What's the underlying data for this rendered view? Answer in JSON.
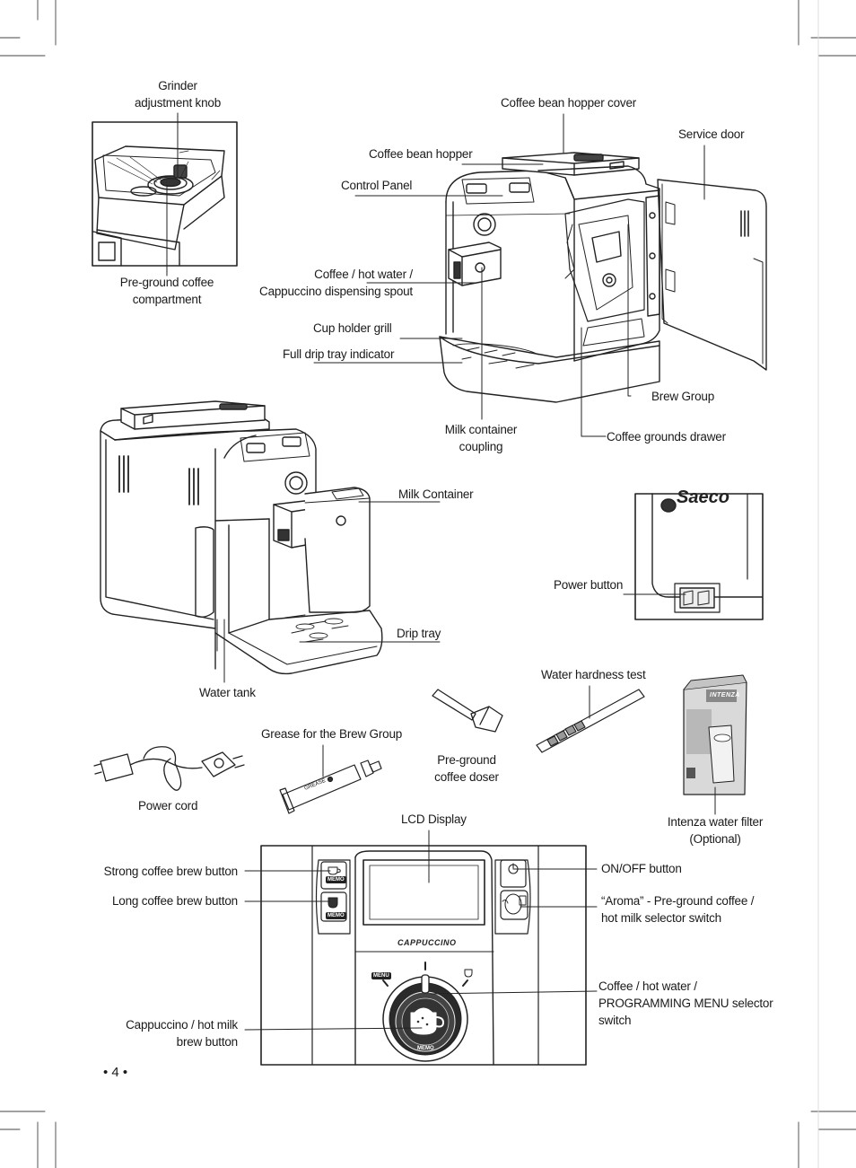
{
  "page_number": "• 4 •",
  "labels": {
    "grinder_knob": "Grinder\nadjustment knob",
    "preground_compartment": "Pre-ground coffee\ncompartment",
    "bean_hopper_cover": "Coffee bean hopper cover",
    "bean_hopper": "Coffee bean hopper",
    "service_door": "Service door",
    "control_panel": "Control Panel",
    "dispensing_spout": "Coffee / hot water /\nCappuccino  dispensing spout",
    "cup_holder_grill": "Cup holder grill",
    "drip_tray_indicator": "Full drip tray indicator",
    "brew_group": "Brew Group",
    "milk_coupling": "Milk container\ncoupling",
    "grounds_drawer": "Coffee grounds drawer",
    "milk_container": "Milk Container",
    "power_button": "Power button",
    "drip_tray": "Drip tray",
    "water_tank": "Water tank",
    "water_hardness": "Water hardness test",
    "grease": "Grease for the Brew Group",
    "coffee_doser": "Pre-ground\ncoffee doser",
    "power_cord": "Power cord",
    "intenza": "Intenza water filter\n(Optional)",
    "lcd_display": "LCD Display",
    "strong_coffee": "Strong coffee brew button",
    "long_coffee": "Long coffee brew button",
    "onoff": "ON/OFF button",
    "aroma_switch": "“Aroma” - Pre-ground coffee /\nhot milk selector switch",
    "selector_switch": "Coffee / hot water /\nPROGRAMMING MENU selector\nswitch",
    "cappuccino_button": "Cappuccino / hot milk\nbrew button"
  },
  "panel_text": {
    "memo": "MEMO",
    "menu": "MENU",
    "cappuccino": "CAPPUCCINO",
    "brand": "Saeco",
    "filter_brand": "INTENZA"
  }
}
